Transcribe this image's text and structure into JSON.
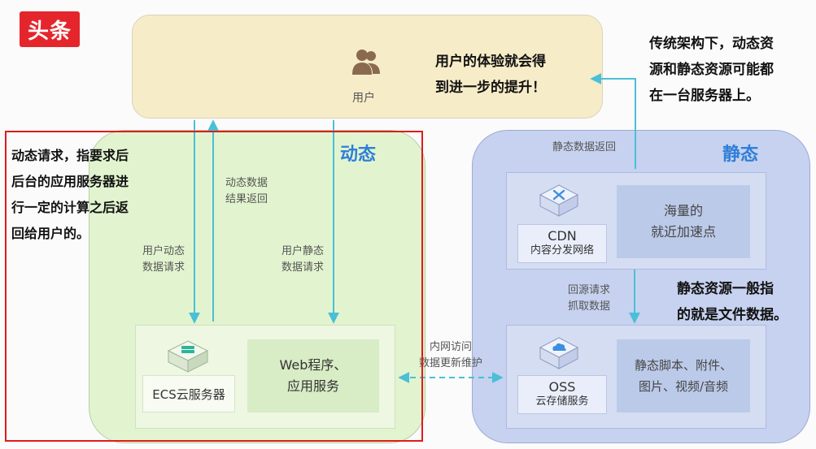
{
  "logo": {
    "text": "头条"
  },
  "user": {
    "label": "用户",
    "experience_line1": "用户的体验就会得",
    "experience_line2": "到进一步的提升！"
  },
  "top_note": {
    "line1": "传统架构下，动态资",
    "line2": "源和静态资源可能都",
    "line3": "在一台服务器上。"
  },
  "dynamic": {
    "title": "动态",
    "note_line1": "动态请求，指要求后",
    "note_line2": "后台的应用服务器进",
    "note_line3": "行一定的计算之后返",
    "note_line4": "回给用户的。",
    "return_line1": "动态数据",
    "return_line2": "结果返回",
    "req_dyn_line1": "用户动态",
    "req_dyn_line2": "数据请求",
    "req_sta_line1": "用户静态",
    "req_sta_line2": "数据请求",
    "ecs_label": "ECS云服务器",
    "web_line1": "Web程序、",
    "web_line2": "应用服务"
  },
  "static": {
    "title": "静态",
    "return_label": "静态数据返回",
    "cdn_name": "CDN",
    "cdn_desc": "内容分发网络",
    "cdn_right_line1": "海量的",
    "cdn_right_line2": "就近加速点",
    "origin_line1": "回源请求",
    "origin_line2": "抓取数据",
    "oss_name": "OSS",
    "oss_desc": "云存储服务",
    "oss_right_line1": "静态脚本、附件、",
    "oss_right_line2": "图片、视频/音频",
    "note_line1": "静态资源一般指",
    "note_line2": "的就是文件数据。"
  },
  "intranet": {
    "line1": "内网访问",
    "line2": "数据更新维护"
  },
  "colors": {
    "arrow": "#4bbfd6",
    "highlight_frame": "#e01b1b",
    "region_title": "#2f7fd8"
  }
}
